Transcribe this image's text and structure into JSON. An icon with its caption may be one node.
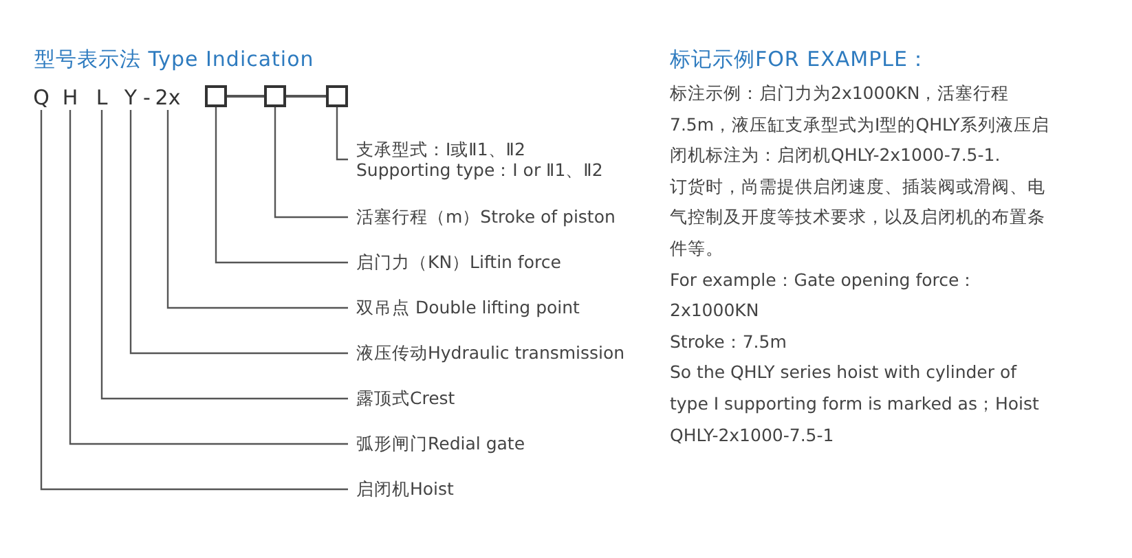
{
  "diagram": {
    "title": "型号表示法 Type Indication",
    "nodes": [
      {
        "text": [
          "Q"
        ]
      },
      {
        "text": [
          "H"
        ]
      },
      {
        "text": [
          "L"
        ]
      },
      {
        "text": [
          "Y"
        ]
      },
      {
        "text": [
          "2x"
        ]
      },
      {
        "text": [],
        "shape": "box"
      },
      {
        "text": [],
        "shape": "box"
      },
      {
        "text": [],
        "shape": "box"
      },
      {
        "text": [
          "支承型式：Ⅰ或Ⅱ1、Ⅱ2",
          "Supporting type：Ⅰ or Ⅱ1、Ⅱ2"
        ]
      },
      {
        "text": [
          "活塞行程（m）Stroke of piston"
        ]
      },
      {
        "text": [
          "启门力（KN）Liftin force"
        ]
      },
      {
        "text": [
          "双吊点 Double lifting point"
        ]
      },
      {
        "text": [
          "液压传动Hydraulic transmission"
        ]
      },
      {
        "text": [
          "露顶式Crest"
        ]
      },
      {
        "text": [
          "弧形闸门Redial gate"
        ]
      },
      {
        "text": [
          "启闭机Hoist"
        ]
      }
    ],
    "edges": [
      {
        "from": 5,
        "to": 6,
        "arrow": "none"
      },
      {
        "from": 6,
        "to": 7,
        "arrow": "none"
      },
      {
        "from": 7,
        "to": 8,
        "arrow": "none"
      },
      {
        "from": 6,
        "to": 9,
        "arrow": "none"
      },
      {
        "from": 5,
        "to": 10,
        "arrow": "none"
      },
      {
        "from": 4,
        "to": 11,
        "arrow": "none"
      },
      {
        "from": 3,
        "to": 12,
        "arrow": "none"
      },
      {
        "from": 2,
        "to": 13,
        "arrow": "none"
      },
      {
        "from": 1,
        "to": 14,
        "arrow": "none"
      },
      {
        "from": 0,
        "to": 15,
        "arrow": "none"
      }
    ],
    "labels": [
      "-",
      "标记示例FOR EXAMPLE：",
      "标注示例：启门力为2x1000KN，活塞行程7.5m，液压缸支承型式为Ⅰ型的QHLY系列液压启闭机标注为：启闭机QHLY-2x1000-7.5-1.",
      "订货时，尚需提供启闭速度、插装阀或滑阀、电气控制及开度等技术要求，以及启闭机的布置条件等。",
      "For example：Gate opening force：",
      "2x1000KN",
      "Stroke：7.5m",
      "So the QHLY series hoist with cylinder of type I supporting form is marked as；Hoist QHLY-2x1000-7.5-1"
    ]
  }
}
